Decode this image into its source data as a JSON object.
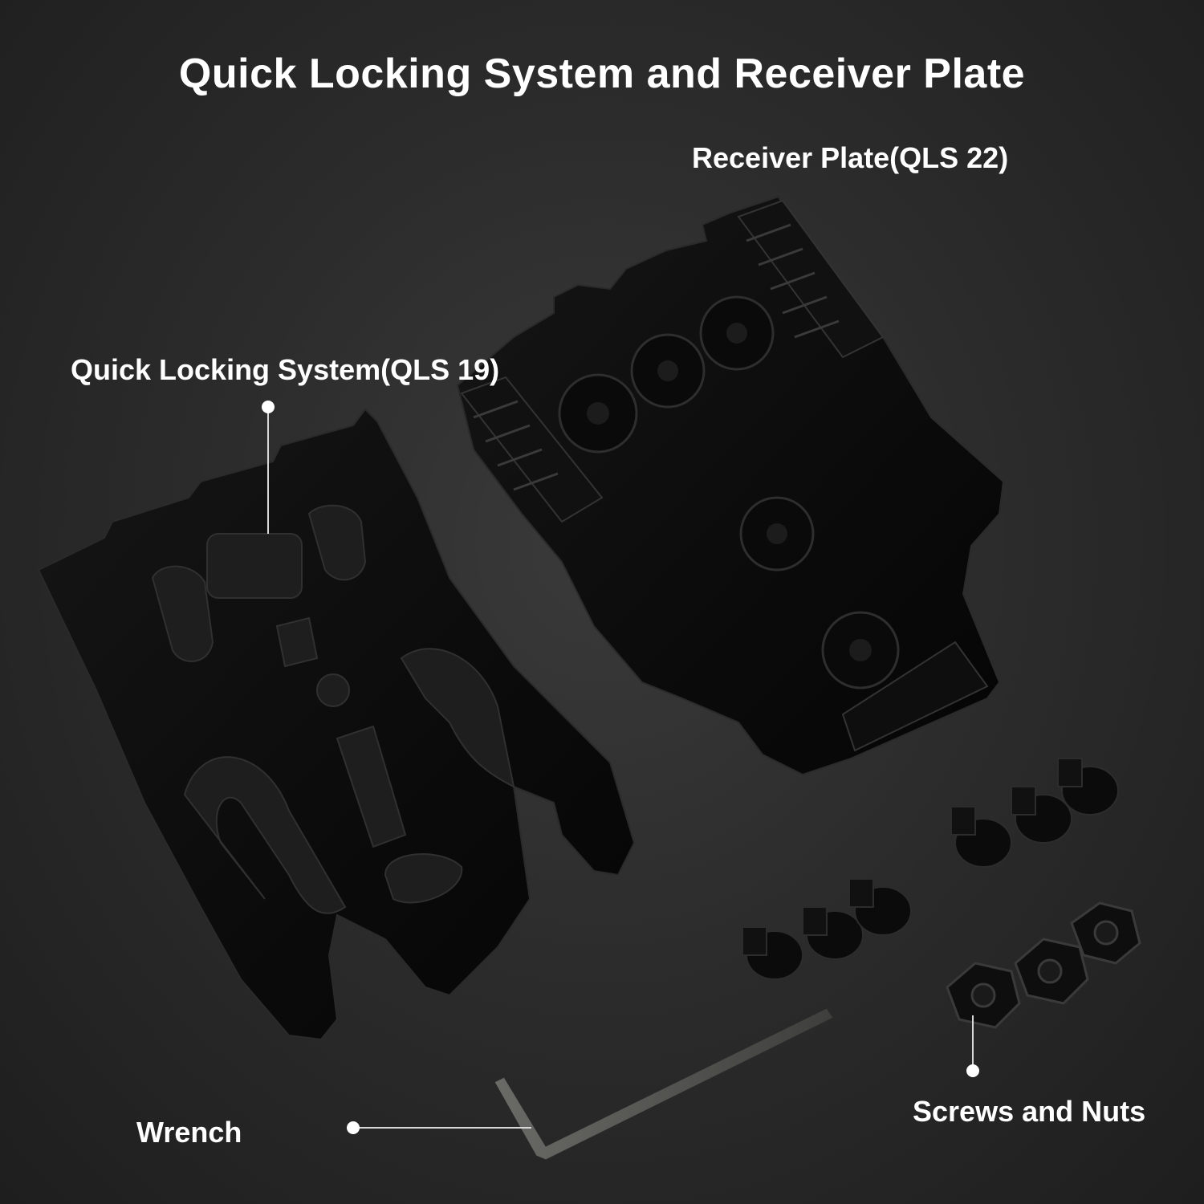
{
  "title": "Quick Locking System and Receiver Plate",
  "labels": {
    "receiver_plate": "Receiver Plate(QLS 22)",
    "quick_locking_system": "Quick Locking System(QLS 19)",
    "wrench": "Wrench",
    "screws_and_nuts": "Screws and Nuts"
  },
  "colors": {
    "background": "#2a2a2a",
    "text": "#ffffff",
    "part": "#0c0c0c"
  }
}
